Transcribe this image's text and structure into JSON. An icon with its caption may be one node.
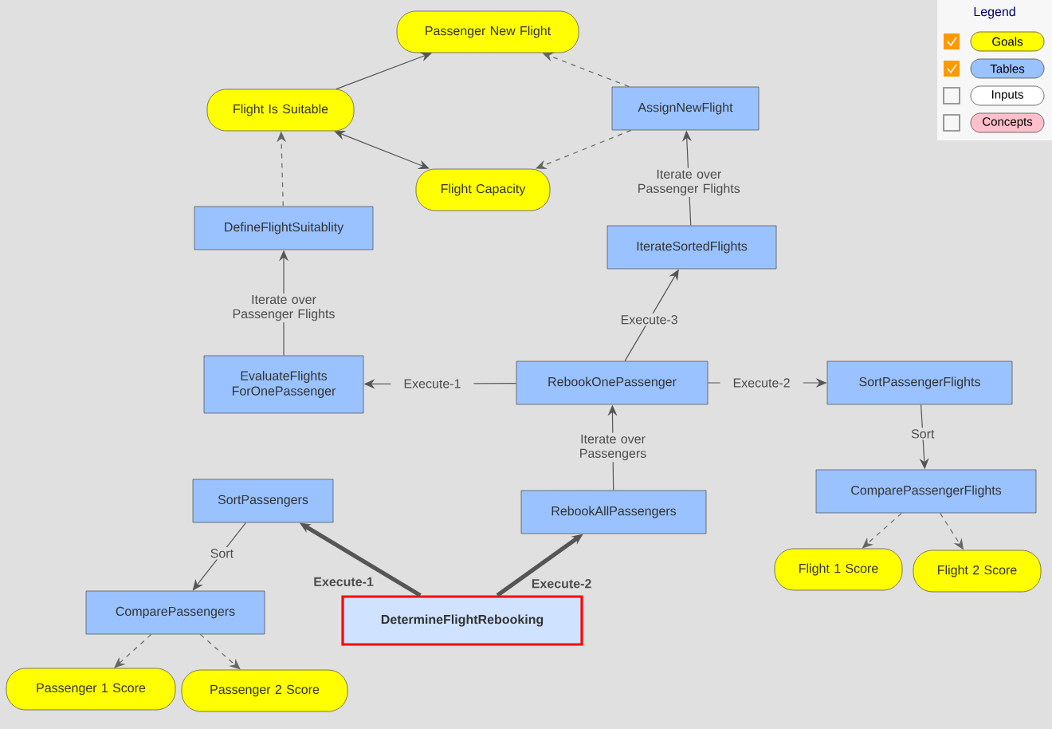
{
  "diagram": {
    "nodes": [
      {
        "text": [
          "Passenger New Flight"
        ]
      },
      {
        "text": [
          "Flight Is Suitable"
        ]
      },
      {
        "text": [
          "AssignNewFlight"
        ]
      },
      {
        "text": [
          "Flight Capacity"
        ]
      },
      {
        "text": [
          "DefineFlightSuitablity"
        ]
      },
      {
        "text": [
          "IterateSortedFlights"
        ]
      },
      {
        "text": [
          "EvaluateFlights ForOnePassenger"
        ]
      },
      {
        "text": [
          "RebookOnePassenger"
        ]
      },
      {
        "text": [
          "SortPassengerFlights"
        ]
      },
      {
        "text": [
          "SortPassengers"
        ]
      },
      {
        "text": [
          "RebookAllPassengers"
        ]
      },
      {
        "text": [
          "ComparePassengerFlights"
        ]
      },
      {
        "text": [
          "ComparePassengers"
        ]
      },
      {
        "text": [
          "DetermineFlightRebooking"
        ]
      },
      {
        "text": [
          "Flight 1 Score"
        ]
      },
      {
        "text": [
          "Flight 2 Score"
        ]
      },
      {
        "text": [
          "Passenger 1 Score"
        ]
      },
      {
        "text": [
          "Passenger 2 Score"
        ]
      }
    ],
    "edges": [
      {
        "from": 1,
        "to": 0,
        "arrow": "to"
      },
      {
        "from": 2,
        "to": 0,
        "arrow": "to",
        "style": "dashed"
      },
      {
        "from": 1,
        "to": 3,
        "arrow": "both"
      },
      {
        "from": 2,
        "to": 3,
        "arrow": "to",
        "style": "dashed"
      },
      {
        "from": 4,
        "to": 1,
        "arrow": "to",
        "style": "dashed"
      },
      {
        "from": 5,
        "to": 2,
        "arrow": "to",
        "label": "Iterate over Passenger Flights"
      },
      {
        "from": 6,
        "to": 4,
        "arrow": "to",
        "label": "Iterate over Passenger Flights"
      },
      {
        "from": 7,
        "to": 5,
        "arrow": "to",
        "label": "Execute-3"
      },
      {
        "from": 7,
        "to": 6,
        "arrow": "to",
        "label": "Execute-1"
      },
      {
        "from": 7,
        "to": 8,
        "arrow": "to",
        "label": "Execute-2"
      },
      {
        "from": 10,
        "to": 7,
        "arrow": "to",
        "label": "Iterate over Passengers"
      },
      {
        "from": 8,
        "to": 11,
        "arrow": "to",
        "label": "Sort"
      },
      {
        "from": 11,
        "to": 14,
        "arrow": "to",
        "style": "dashed"
      },
      {
        "from": 11,
        "to": 15,
        "arrow": "to",
        "style": "dashed"
      },
      {
        "from": 13,
        "to": 9,
        "arrow": "to",
        "style": "thick",
        "label": "Execute-1"
      },
      {
        "from": 13,
        "to": 10,
        "arrow": "to",
        "style": "thick",
        "label": "Execute-2"
      },
      {
        "from": 9,
        "to": 12,
        "arrow": "to",
        "label": "Sort"
      },
      {
        "from": 12,
        "to": 16,
        "arrow": "to",
        "style": "dashed"
      },
      {
        "from": 12,
        "to": 17,
        "arrow": "to",
        "style": "dashed"
      }
    ],
    "labels": [
      "Legend"
    ],
    "legend": [
      {
        "text": "Goals",
        "color": "#ffff00"
      },
      {
        "text": "Tables",
        "color": "#99c2ff"
      },
      {
        "text": "Inputs",
        "color": "#ffffff"
      },
      {
        "text": "Concepts",
        "color": "#ffc0cb"
      }
    ]
  }
}
